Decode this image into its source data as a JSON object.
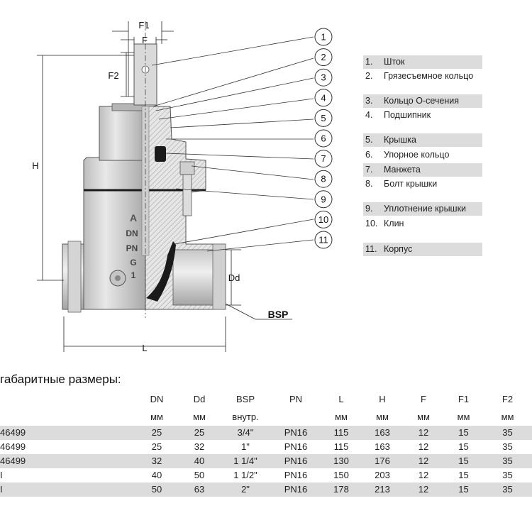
{
  "drawing": {
    "callouts": [
      "1",
      "2",
      "3",
      "4",
      "5",
      "6",
      "7",
      "8",
      "9",
      "10",
      "11"
    ],
    "dimensions": {
      "f1": "F1",
      "f": "F",
      "f2": "F2",
      "h": "H",
      "dd": "Dd",
      "l": "L",
      "bsp": "BSP"
    },
    "body_markings": [
      "DN",
      "PN",
      "G",
      "1"
    ]
  },
  "legend": {
    "items": [
      {
        "num": "1.",
        "label": "Шток",
        "shaded": true
      },
      {
        "num": "2.",
        "label": "Грязесъемное кольцо",
        "shaded": false
      },
      {
        "num": "3.",
        "label": "Кольцо О-сечения",
        "shaded": true
      },
      {
        "num": "4.",
        "label": "Подшипник",
        "shaded": false
      },
      {
        "num": "5.",
        "label": "Крышка",
        "shaded": true
      },
      {
        "num": "6.",
        "label": "Упорное кольцо",
        "shaded": false
      },
      {
        "num": "7.",
        "label": "Манжета",
        "shaded": true
      },
      {
        "num": "8.",
        "label": "Болт крышки",
        "shaded": false
      },
      {
        "num": "9.",
        "label": "Уплотнение крышки",
        "shaded": true
      },
      {
        "num": "10.",
        "label": "Клин",
        "shaded": false
      },
      {
        "num": "11.",
        "label": "Корпус",
        "shaded": true
      }
    ]
  },
  "table": {
    "title": "габаритные размеры:",
    "headers": [
      "DN",
      "Dd",
      "BSP",
      "PN",
      "L",
      "H",
      "F",
      "F1",
      "F2"
    ],
    "units": [
      "мм",
      "мм",
      "внутр.",
      "",
      "мм",
      "мм",
      "мм",
      "мм",
      "мм"
    ],
    "rows": [
      {
        "code": "46499",
        "cells": [
          "25",
          "25",
          "3/4\"",
          "PN16",
          "115",
          "163",
          "12",
          "15",
          "35"
        ]
      },
      {
        "code": "46499",
        "cells": [
          "25",
          "32",
          "1\"",
          "PN16",
          "115",
          "163",
          "12",
          "15",
          "35"
        ]
      },
      {
        "code": "46499",
        "cells": [
          "32",
          "40",
          "1 1/4\"",
          "PN16",
          "130",
          "176",
          "12",
          "15",
          "35"
        ]
      },
      {
        "code": "I",
        "cells": [
          "40",
          "50",
          "1 1/2\"",
          "PN16",
          "150",
          "203",
          "12",
          "15",
          "35"
        ]
      },
      {
        "code": "I",
        "cells": [
          "50",
          "63",
          "2\"",
          "PN16",
          "178",
          "213",
          "12",
          "15",
          "35"
        ]
      }
    ]
  }
}
